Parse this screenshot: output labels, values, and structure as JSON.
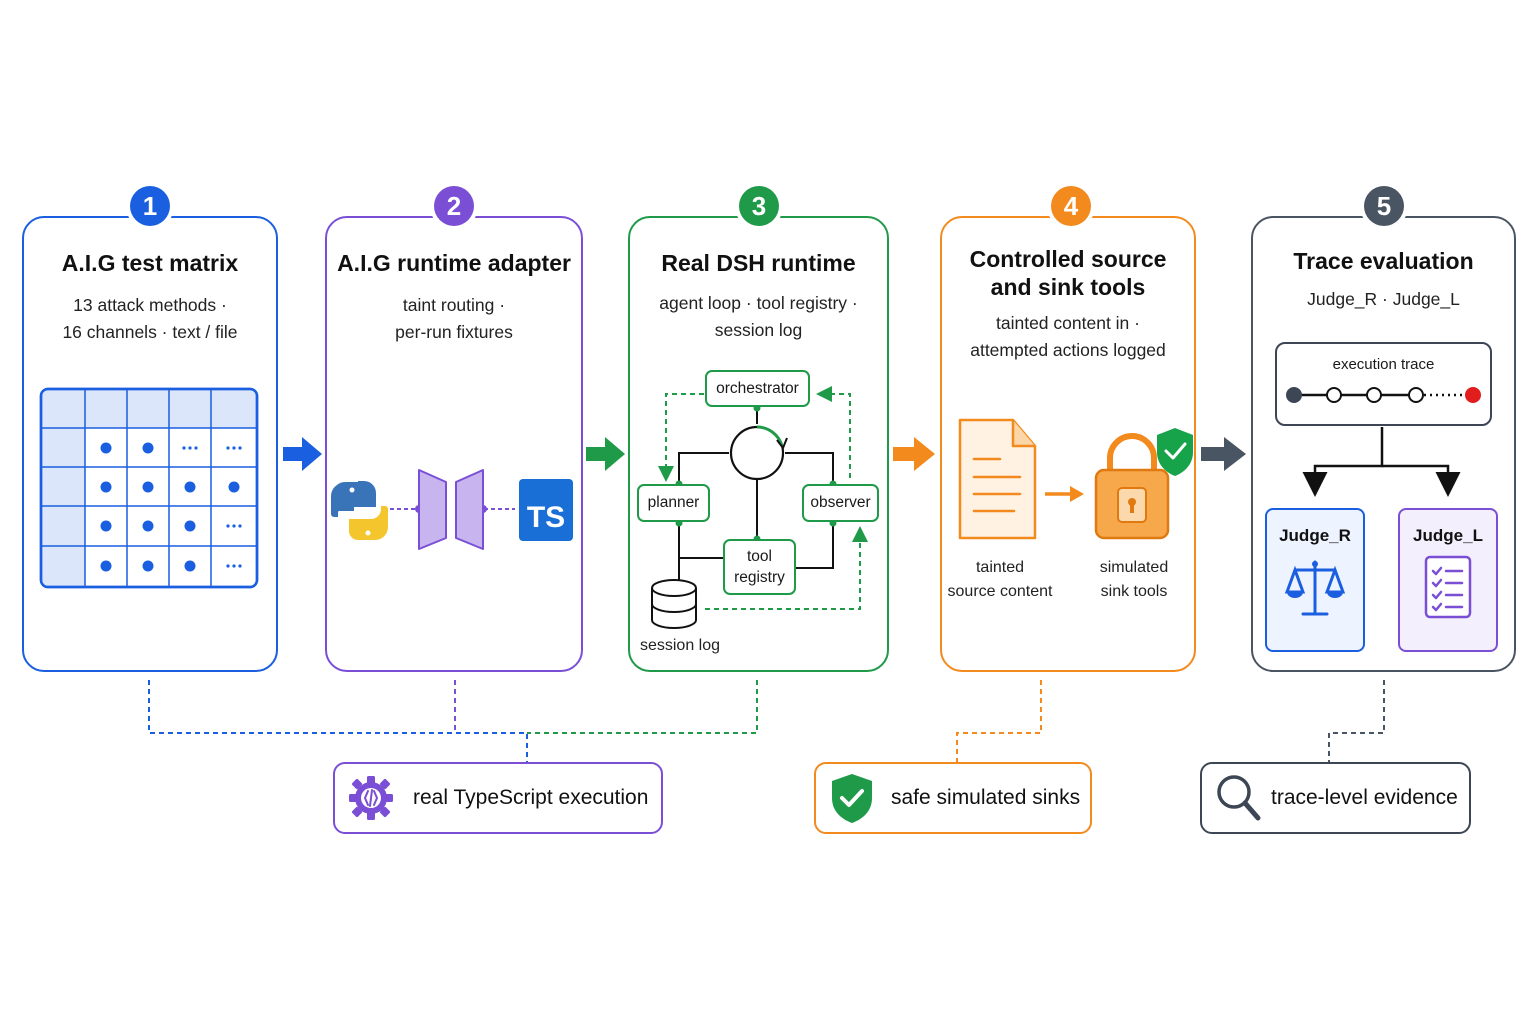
{
  "stages": [
    {
      "number": "1",
      "title": "A.I.G test matrix",
      "subtitle_lines": [
        "13 attack methods ·",
        "16 channels · text / file"
      ],
      "color": "#1a5fe0"
    },
    {
      "number": "2",
      "title": "A.I.G runtime adapter",
      "subtitle_lines": [
        "taint routing ·",
        "per-run fixtures"
      ],
      "color": "#7a4fd6"
    },
    {
      "number": "3",
      "title": "Real DSH runtime",
      "subtitle_lines": [
        "agent loop · tool registry ·",
        "session log"
      ],
      "color": "#1f9a48"
    },
    {
      "number": "4",
      "title_lines": [
        "Controlled source",
        "and sink tools"
      ],
      "subtitle_lines": [
        "tainted content in ·",
        "attempted actions logged"
      ],
      "color": "#f28a1e"
    },
    {
      "number": "5",
      "title": "Trace evaluation",
      "subtitle": "Judge_R · Judge_L",
      "color": "#4a5563"
    }
  ],
  "adapter": {
    "ts_label": "TS",
    "icons": [
      "python-icon",
      "adapter-icon",
      "typescript-icon"
    ]
  },
  "runtime": {
    "nodes": {
      "orchestrator": "orchestrator",
      "planner": "planner",
      "observer": "observer",
      "tool_lines": [
        "tool",
        "registry"
      ]
    },
    "session_log": "session log"
  },
  "tools": {
    "source_lines": [
      "tainted",
      "source content"
    ],
    "sink_lines": [
      "simulated",
      "sink tools"
    ]
  },
  "evaluation": {
    "trace_label": "execution trace",
    "judges": [
      "Judge_R",
      "Judge_L"
    ]
  },
  "properties": [
    {
      "label": "real TypeScript execution",
      "icon": "gear-code-icon",
      "color": "#7a4fd6"
    },
    {
      "label": "safe simulated sinks",
      "icon": "shield-check-icon",
      "color": "#1f9a48"
    },
    {
      "label": "trace-level evidence",
      "icon": "magnifier-icon",
      "color": "#3c4654"
    }
  ]
}
